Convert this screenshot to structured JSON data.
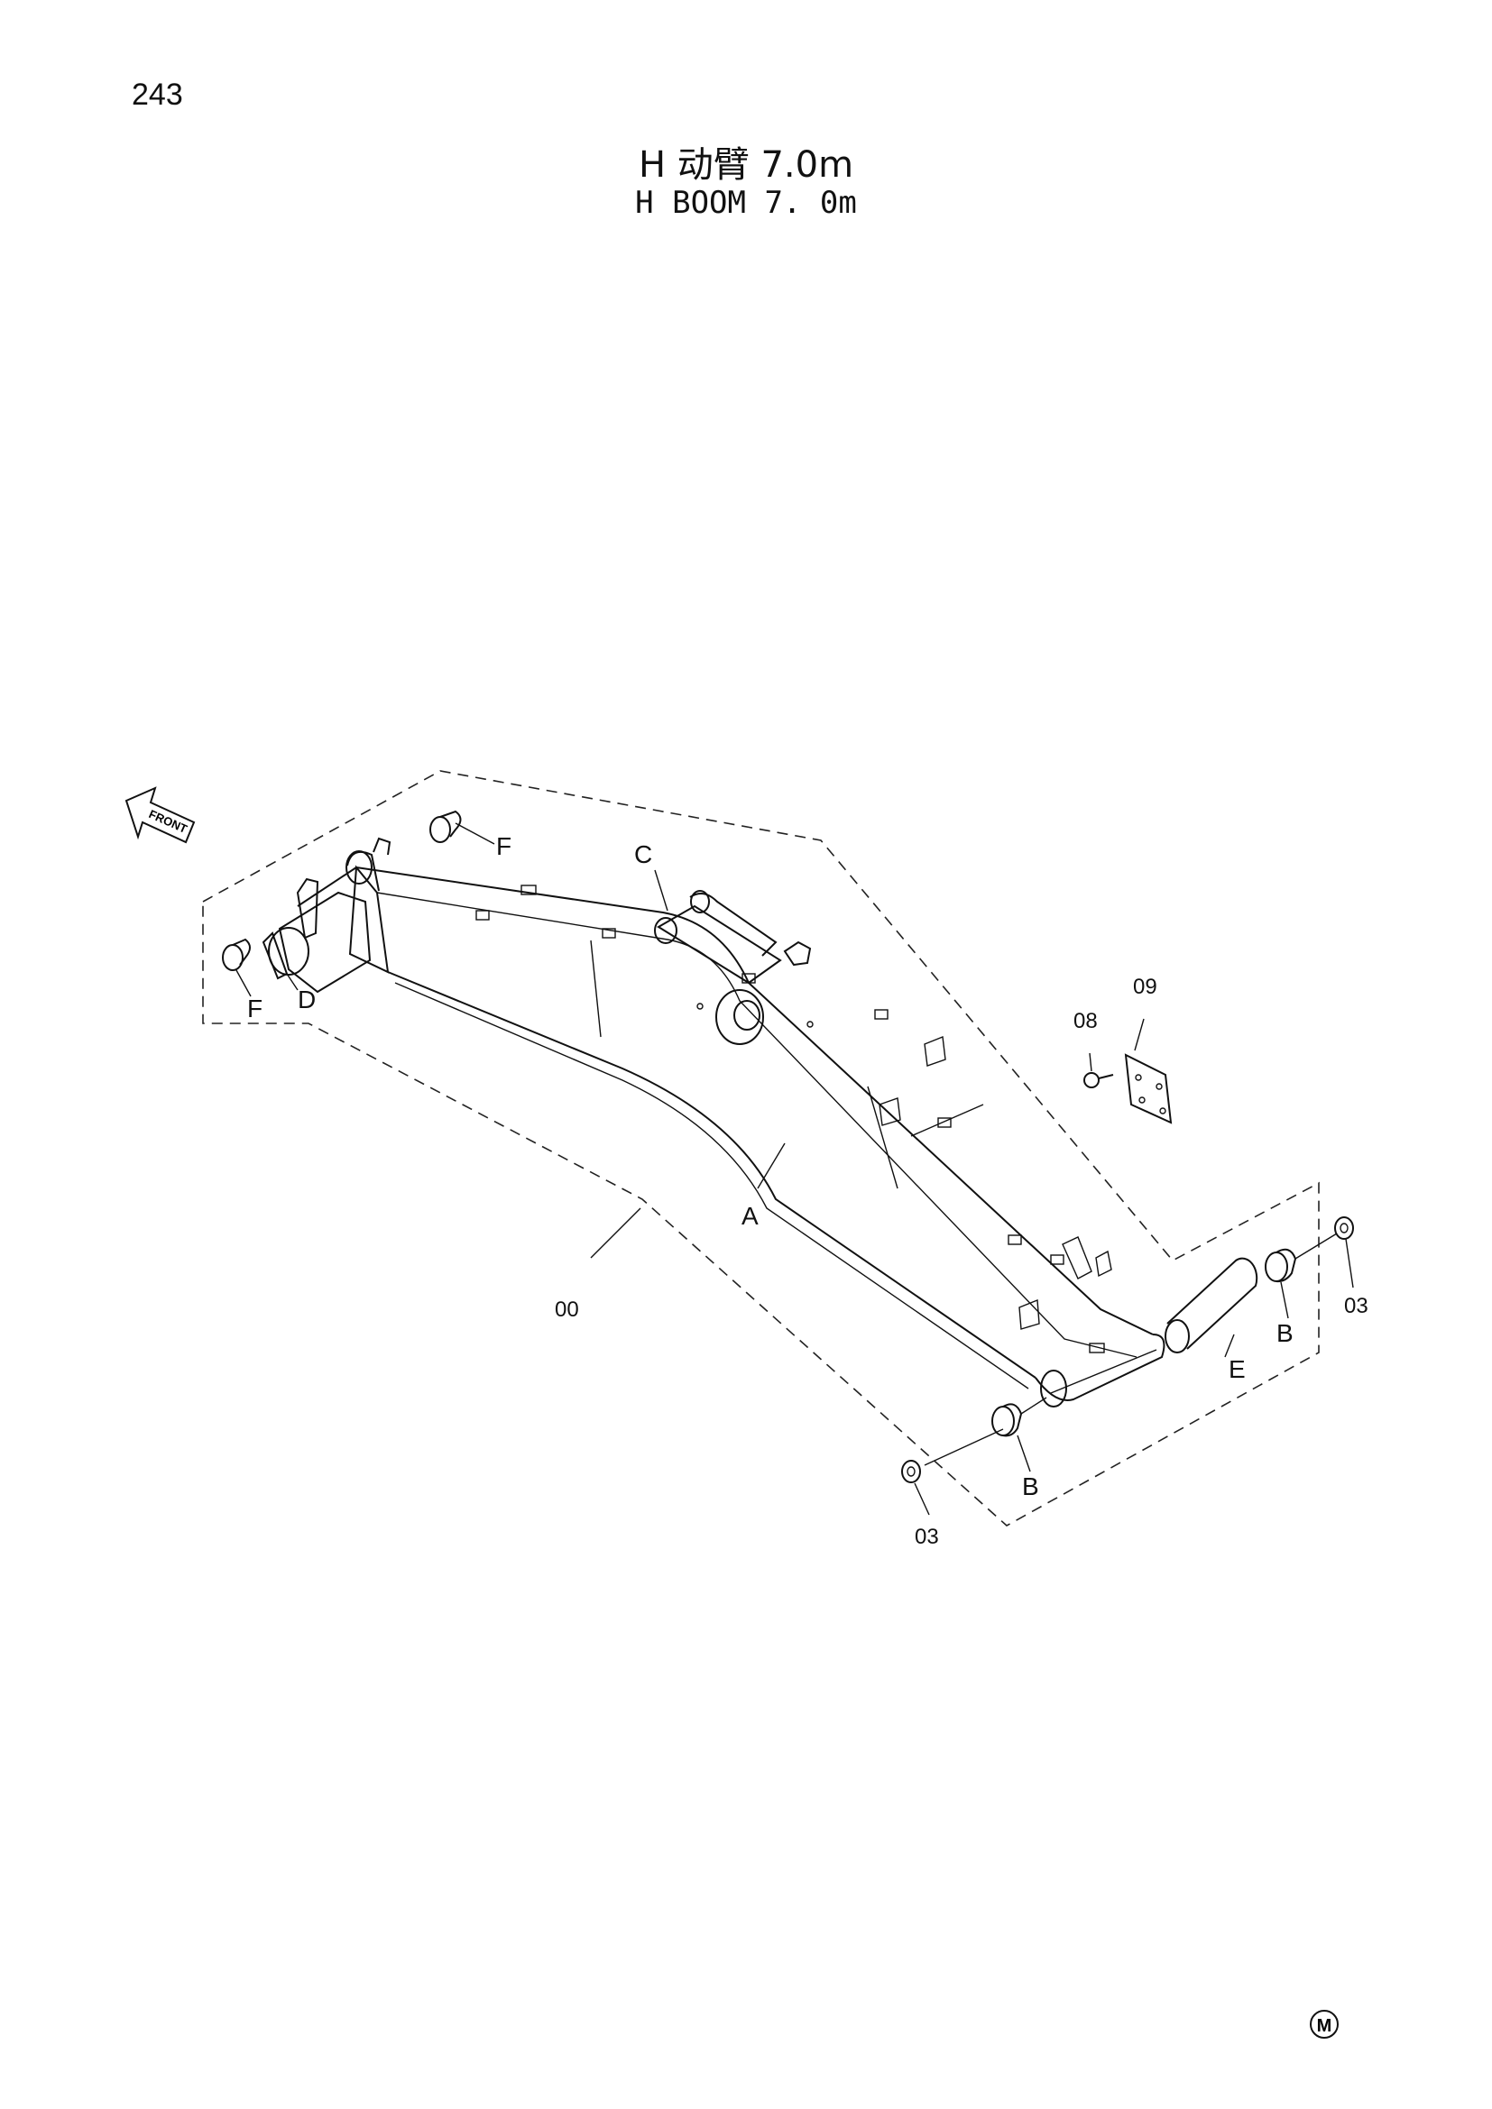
{
  "header": {
    "page_number": "243",
    "title_cn": "H 动臂 7.0m",
    "title_en": "H BOOM 7. 0m"
  },
  "front_arrow": {
    "label": "FRONT"
  },
  "callouts": {
    "A": "A",
    "B1": "B",
    "B2": "B",
    "C": "C",
    "D": "D",
    "E": "E",
    "F1": "F",
    "F2": "F",
    "p00": "00",
    "p03a": "03",
    "p03b": "03",
    "p08": "08",
    "p09": "09"
  },
  "footer": {
    "mark": "M"
  }
}
